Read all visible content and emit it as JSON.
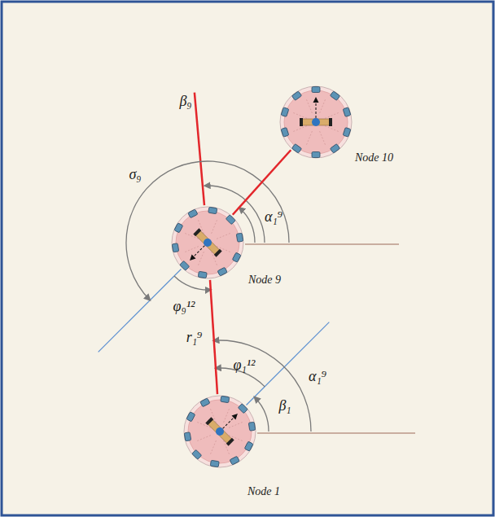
{
  "diagram": {
    "nodes": [
      {
        "text": [
          "Node 10"
        ]
      },
      {
        "text": [
          "Node 9"
        ]
      },
      {
        "text": [
          "Node 1"
        ]
      }
    ],
    "edges": [
      {
        "from": 1,
        "to": 0,
        "arrow": "none"
      },
      {
        "from": 2,
        "to": 1,
        "label": "r₁⁹",
        "arrow": "none"
      }
    ],
    "labels": [
      "β₉",
      "σ₉",
      "α₁⁹",
      "φ₉¹²",
      "φ₁¹²",
      "α₁⁹",
      "β₁"
    ]
  }
}
